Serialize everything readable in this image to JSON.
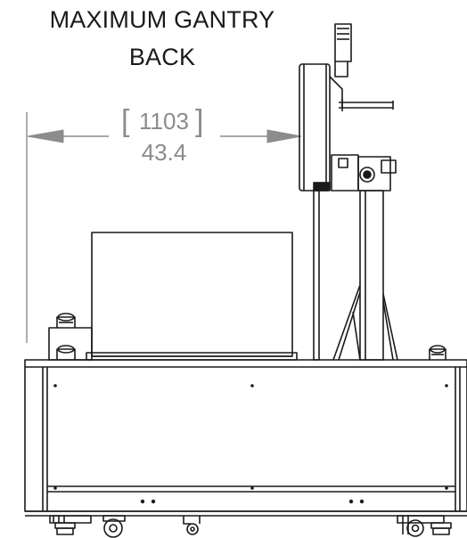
{
  "title": {
    "line1": "MAXIMUM GANTRY",
    "line2": "BACK"
  },
  "dimension": {
    "millimeters": "1103",
    "inches": "43.4",
    "bracket_open": "[",
    "bracket_close": "]"
  },
  "colors": {
    "line": "#1a1a1a",
    "dimension": "#8c8c8c",
    "background": "#ffffff"
  }
}
